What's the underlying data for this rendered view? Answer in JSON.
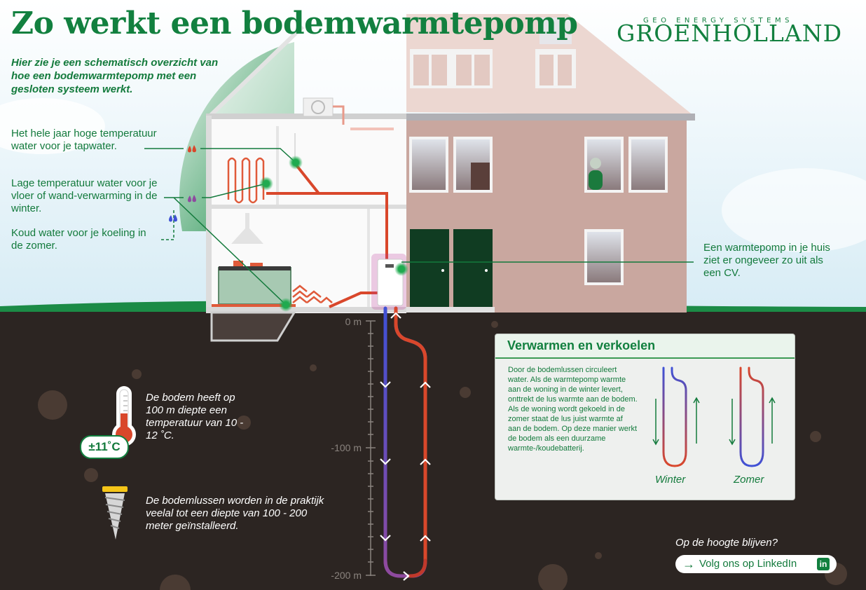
{
  "title": "Zo werkt een bodemwarmtepomp",
  "logo": {
    "tagline": "GEO ENERGY SYSTEMS",
    "name": "GROENHOLLAND"
  },
  "intro": "Hier zie je een schematisch overzicht van hoe een bodemwarmtepomp met een gesloten systeem werkt.",
  "labels": {
    "tapwater": "Het hele jaar hoge temperatuur water voor je tapwater.",
    "floor_heating": "Lage temperatuur water voor je vloer of wand-verwarming in de winter.",
    "cooling": "Koud water voor je koeling in de zomer.",
    "heatpump": "Een warmtepomp in je huis ziet er ongeveer zo uit als een CV."
  },
  "depth_labels": [
    "0 m",
    "-100 m",
    "-200 m"
  ],
  "soil": {
    "temperature_text": "De bodem heeft op 100 m diepte een temperatuur van 10 - 12 ˚C.",
    "temperature_badge": "±11˚C",
    "depth_text": "De bodemlussen worden in de praktijk veelal tot een diepte van 100 - 200 meter geïnstalleerd."
  },
  "panel": {
    "title": "Verwarmen en verkoelen",
    "body": "Door de bodemlussen circuleert water. Als de warmtepomp warmte aan de woning in de winter levert, onttrekt de lus warmte aan de bodem. Als de woning wordt gekoeld in de zomer staat de lus juist warmte af aan de bodem. Op deze manier werkt de bodem als een duurzame warmte-/koudebatterij.",
    "winter_label": "Winter",
    "summer_label": "Zomer"
  },
  "follow": {
    "question": "Op de hoogte blijven?",
    "button_label": "Volg ons op LinkedIn",
    "icon_label": "in"
  },
  "colors": {
    "brand_green": "#12803f",
    "pipe_red": "#d9472b",
    "pipe_blue": "#3f51d6",
    "soil": "#2c2522",
    "house_pink": "#c9a79f"
  }
}
